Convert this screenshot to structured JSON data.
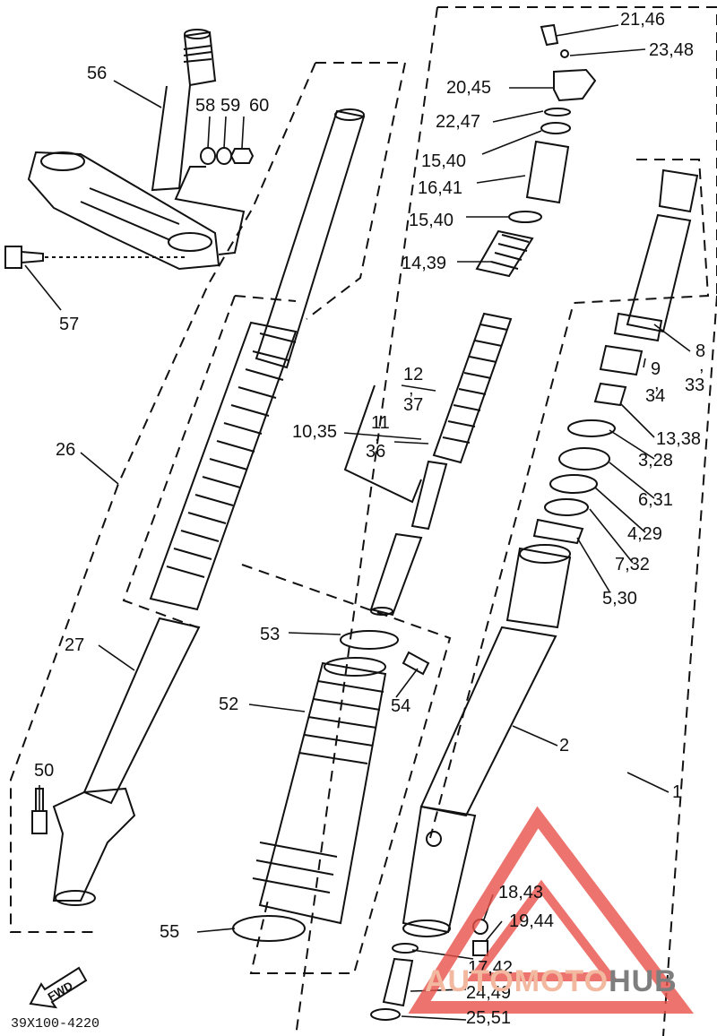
{
  "diagram": {
    "callouts": {
      "p56": "56",
      "p58": "58",
      "p59": "59",
      "p60": "60",
      "p57": "57",
      "p26": "26",
      "p27": "27",
      "p50": "50",
      "p21": "21,46",
      "p23": "23,48",
      "p20": "20,45",
      "p22": "22,47",
      "p15a": "15,40",
      "p16": "16,41",
      "p15b": "15,40",
      "p14": "14,39",
      "p12a": "12",
      "p12b": ",",
      "p12c": "37",
      "p10": "10,35",
      "p11a": "11",
      "p11b": ",",
      "p11c": "36",
      "p8a": "8",
      "p8b": ",",
      "p8c": "33",
      "p9a": "9",
      "p9b": ",",
      "p9c": "34",
      "p13": "13,38",
      "p3": "3,28",
      "p6": "6,31",
      "p4": "4,29",
      "p7": "7,32",
      "p5": "5,30",
      "p53": "53",
      "p54": "54",
      "p52": "52",
      "p55": "55",
      "p2": "2",
      "p1": "1",
      "p18": "18,43",
      "p19": "19,44",
      "p17": "17,42",
      "p24": "24,49",
      "p25": "25,51"
    },
    "fwd_label": "FWD",
    "part_code": "39X100-4220",
    "watermark": {
      "part1": "AUTOMOTO",
      "part2": "HUB",
      "color_accent": "#e9524a",
      "color_text": "#f2b8a0",
      "color_hub": "#7e7e7e"
    }
  }
}
